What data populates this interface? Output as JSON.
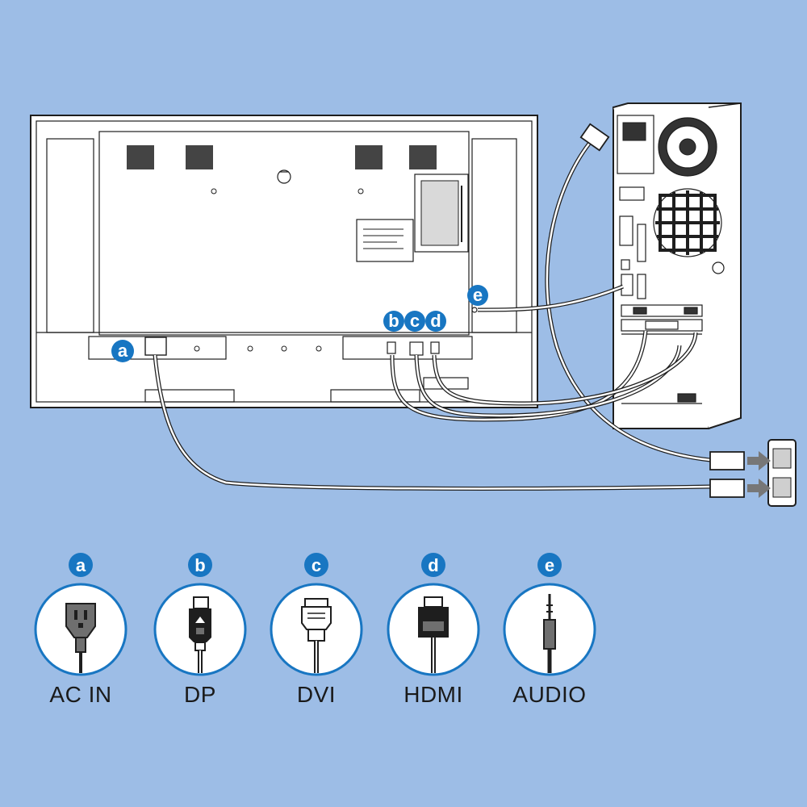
{
  "colors": {
    "background": "#9dbde6",
    "badge": "#1876c2",
    "line": "#1e1e1e",
    "panel_fill": "#ffffff",
    "circle_fill": "#ffffff",
    "circle_stroke": "#1876c2",
    "connector_gray": "#6f6f6f"
  },
  "diagram": {
    "callouts": [
      {
        "letter": "a",
        "port": "ac-in"
      },
      {
        "letter": "b",
        "port": "dp"
      },
      {
        "letter": "c",
        "port": "dvi"
      },
      {
        "letter": "d",
        "port": "hdmi"
      },
      {
        "letter": "e",
        "port": "audio"
      }
    ]
  },
  "legend": {
    "items": [
      {
        "letter": "a",
        "label": "AC IN",
        "icon": "ac-in-plug-icon"
      },
      {
        "letter": "b",
        "label": "DP",
        "icon": "displayport-connector-icon"
      },
      {
        "letter": "c",
        "label": "DVI",
        "icon": "dvi-connector-icon"
      },
      {
        "letter": "d",
        "label": "HDMI",
        "icon": "hdmi-connector-icon"
      },
      {
        "letter": "e",
        "label": "AUDIO",
        "icon": "audio-jack-icon"
      }
    ]
  }
}
